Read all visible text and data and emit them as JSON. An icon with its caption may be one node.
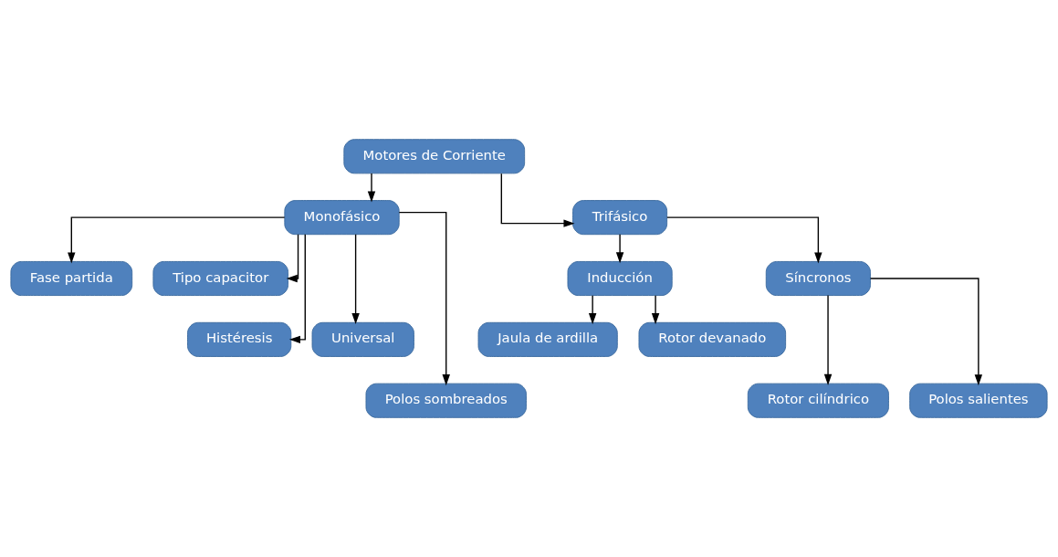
{
  "diagram": {
    "nodes": [
      {
        "text": [
          "Motores de Corriente"
        ]
      },
      {
        "text": [
          "Monofásico"
        ]
      },
      {
        "text": [
          "Trifásico"
        ]
      },
      {
        "text": [
          "Fase partida"
        ]
      },
      {
        "text": [
          "Tipo capacitor"
        ]
      },
      {
        "text": [
          "Inducción"
        ]
      },
      {
        "text": [
          "Síncronos"
        ]
      },
      {
        "text": [
          "Histéresis"
        ]
      },
      {
        "text": [
          "Universal"
        ]
      },
      {
        "text": [
          "Jaula de ardilla"
        ]
      },
      {
        "text": [
          "Rotor devanado"
        ]
      },
      {
        "text": [
          "Polos sombreados"
        ]
      },
      {
        "text": [
          "Rotor cilíndrico"
        ]
      },
      {
        "text": [
          "Polos salientes"
        ]
      }
    ],
    "edges": [
      {
        "from": 0,
        "to": 1,
        "arrow": "to"
      },
      {
        "from": 0,
        "to": 2,
        "arrow": "to"
      },
      {
        "from": 1,
        "to": 3,
        "arrow": "to"
      },
      {
        "from": 1,
        "to": 4,
        "arrow": "to"
      },
      {
        "from": 1,
        "to": 7,
        "arrow": "to"
      },
      {
        "from": 1,
        "to": 8,
        "arrow": "to"
      },
      {
        "from": 1,
        "to": 11,
        "arrow": "to"
      },
      {
        "from": 2,
        "to": 5,
        "arrow": "to"
      },
      {
        "from": 2,
        "to": 6,
        "arrow": "to"
      },
      {
        "from": 5,
        "to": 9,
        "arrow": "to"
      },
      {
        "from": 5,
        "to": 10,
        "arrow": "to"
      },
      {
        "from": 6,
        "to": 12,
        "arrow": "to"
      },
      {
        "from": 6,
        "to": 13,
        "arrow": "to"
      }
    ]
  }
}
